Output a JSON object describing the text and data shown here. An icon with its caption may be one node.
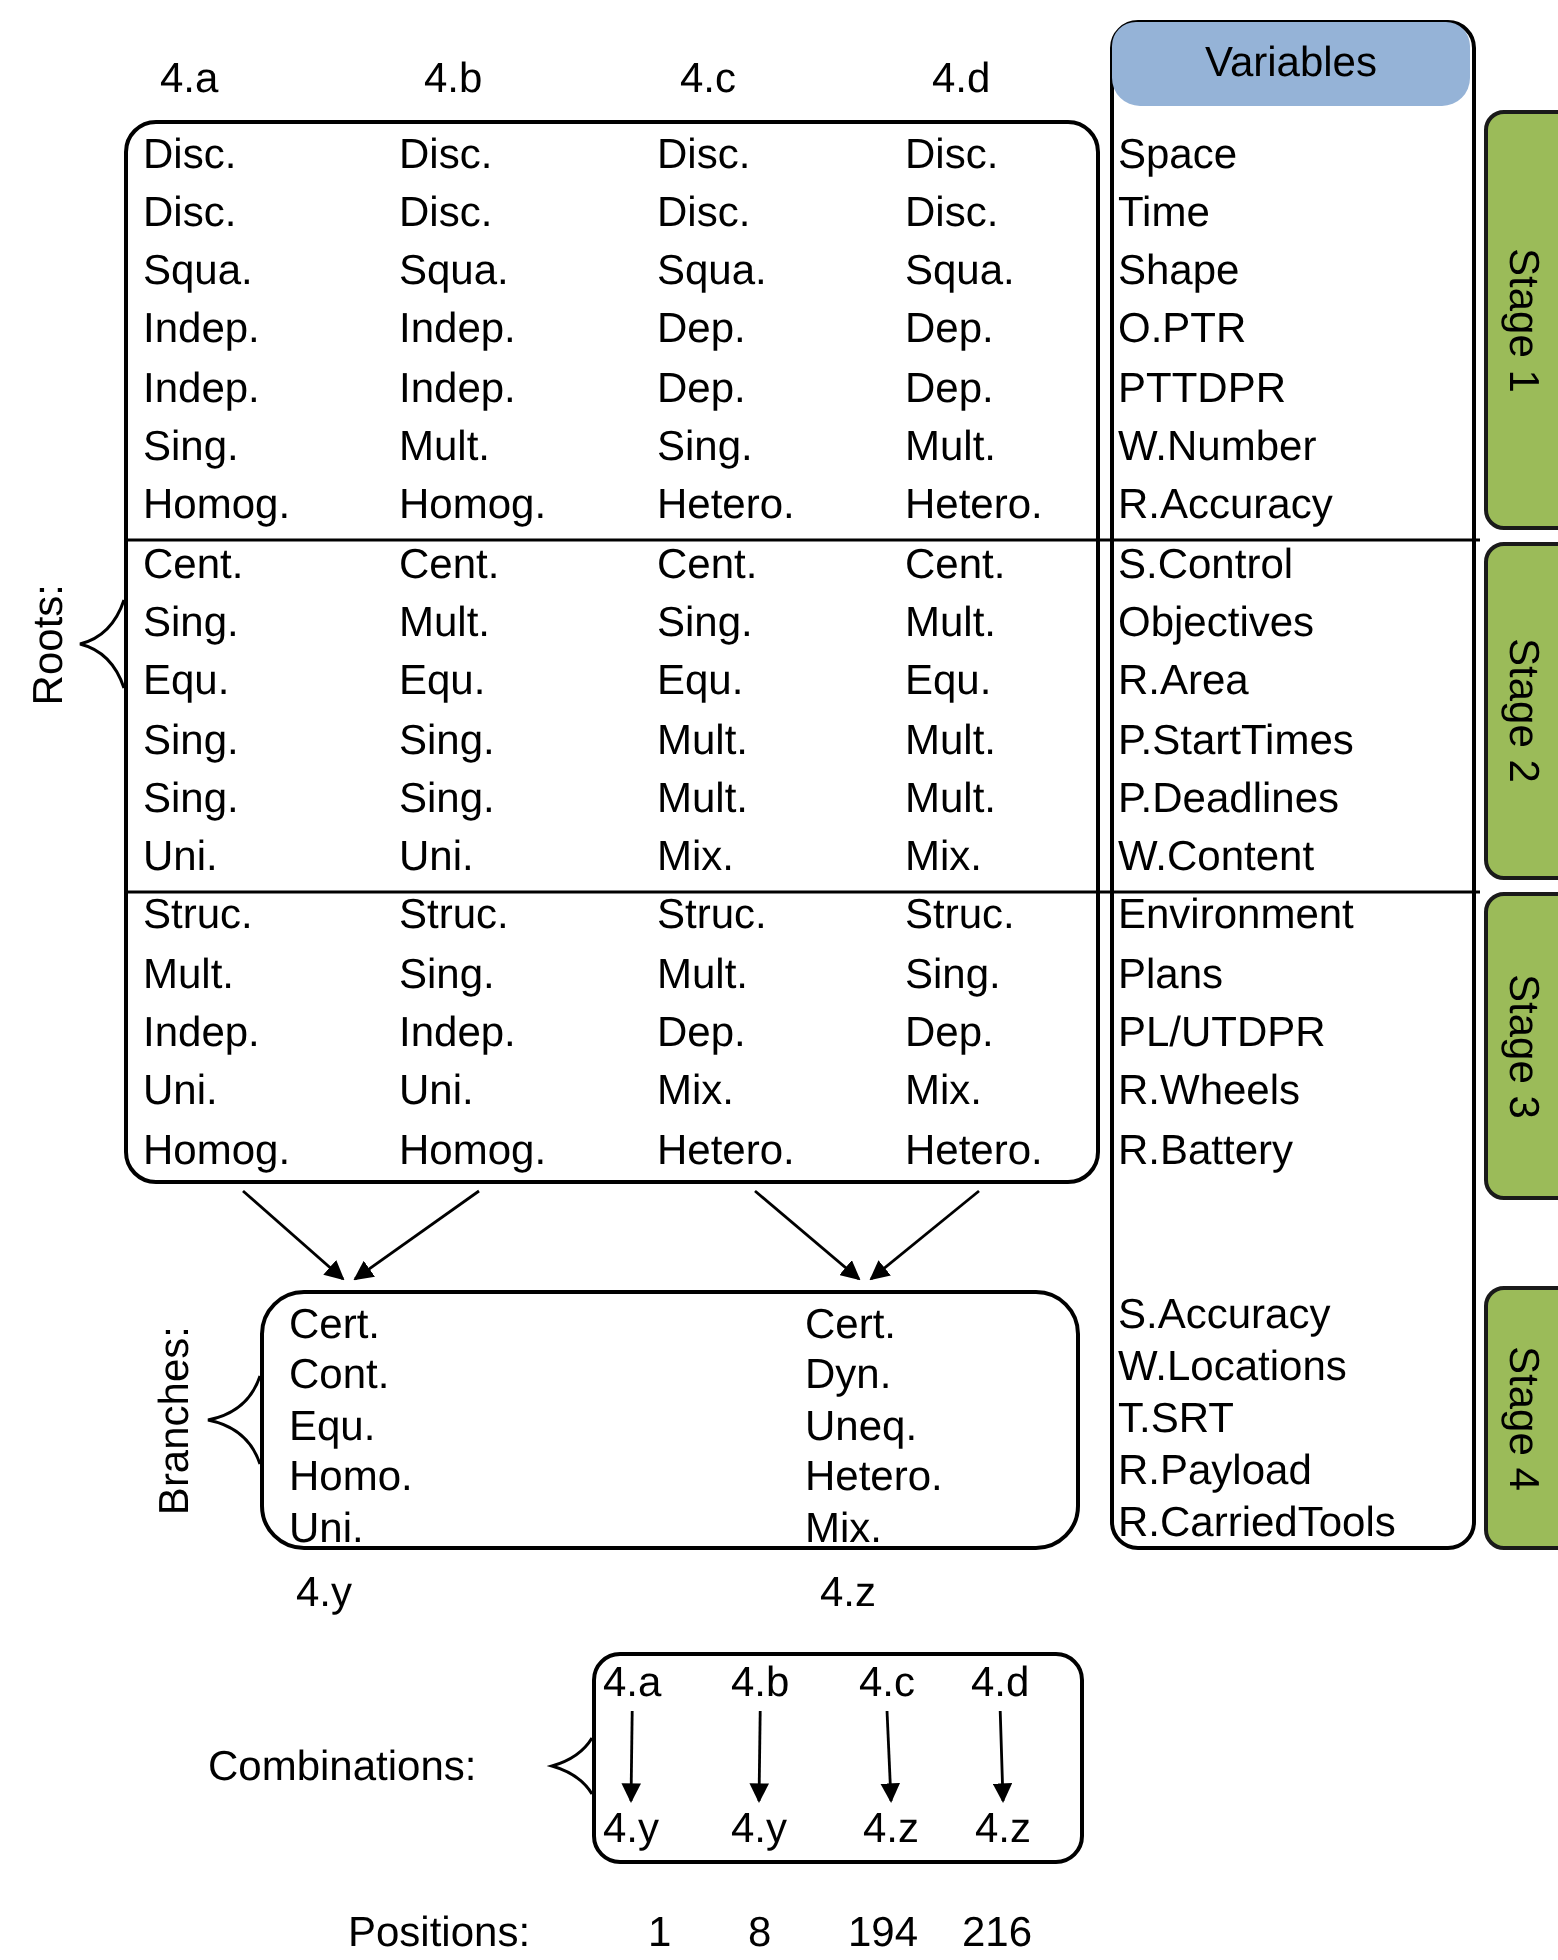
{
  "diagram": {
    "nodes": [
      {
        "text": [],
        "shape": "box"
      },
      {
        "text": [
          "Disc.",
          "Disc.",
          "Squa.",
          "Indep.",
          "Indep.",
          "Sing.",
          "Homog.",
          "Cent.",
          "Sing.",
          "Equ.",
          "Sing.",
          "Sing.",
          "Uni.",
          "Struc.",
          "Mult.",
          "Indep.",
          "Uni.",
          "Homog."
        ],
        "in": 0
      },
      {
        "text": [
          "Disc.",
          "Disc.",
          "Squa.",
          "Indep.",
          "Indep.",
          "Mult.",
          "Homog.",
          "Cent.",
          "Mult.",
          "Equ.",
          "Sing.",
          "Sing.",
          "Uni.",
          "Struc.",
          "Sing.",
          "Indep.",
          "Uni.",
          "Homog."
        ],
        "in": 0
      },
      {
        "text": [
          "Disc.",
          "Disc.",
          "Squa.",
          "Dep.",
          "Dep.",
          "Sing.",
          "Hetero.",
          "Cent.",
          "Sing.",
          "Equ.",
          "Mult.",
          "Mult.",
          "Mix.",
          "Struc.",
          "Mult.",
          "Dep.",
          "Mix.",
          "Hetero."
        ],
        "in": 0
      },
      {
        "text": [
          "Disc.",
          "Disc.",
          "Squa.",
          "Dep.",
          "Dep.",
          "Mult.",
          "Hetero.",
          "Cent.",
          "Mult.",
          "Equ.",
          "Mult.",
          "Mult.",
          "Mix.",
          "Struc.",
          "Sing.",
          "Dep.",
          "Mix.",
          "Hetero."
        ],
        "in": 0
      },
      {
        "text": [],
        "shape": "box"
      },
      {
        "text": [
          "Cert.",
          "Cont.",
          "Equ.",
          "Homo.",
          "Uni."
        ],
        "in": 5
      },
      {
        "text": [
          "Cert.",
          "Dyn.",
          "Uneq.",
          "Hetero.",
          "Mix."
        ],
        "in": 5
      },
      {
        "text": [
          "Variables",
          "Space",
          "Time",
          "Shape",
          "O.PTR",
          "PTTDPR",
          "W.Number",
          "R.Accuracy",
          "S.Control",
          "Objectives",
          "R.Area",
          "P.StartTimes",
          "P.Deadlines",
          "W.Content",
          "Environment",
          "Plans",
          "PL/UTDPR",
          "R.Wheels",
          "R.Battery",
          "S.Accuracy",
          "W.Locations",
          "T.SRT",
          "R.Payload",
          "R.CarriedTools"
        ]
      },
      {
        "text": [
          "Stage 1"
        ]
      },
      {
        "text": [
          "Stage 2"
        ]
      },
      {
        "text": [
          "Stage 3"
        ]
      },
      {
        "text": [
          "Stage 4"
        ]
      },
      {
        "text": [],
        "shape": "box"
      },
      {
        "text": [
          "4.a"
        ],
        "in": 13
      },
      {
        "text": [
          "4.b"
        ],
        "in": 13
      },
      {
        "text": [
          "4.c"
        ],
        "in": 13
      },
      {
        "text": [
          "4.d"
        ],
        "in": 13
      },
      {
        "text": [
          "4.y"
        ],
        "in": 13
      },
      {
        "text": [
          "4.y"
        ],
        "in": 13
      },
      {
        "text": [
          "4.z"
        ],
        "in": 13
      },
      {
        "text": [
          "4.z"
        ],
        "in": 13
      }
    ],
    "edges": [
      {
        "from": 1,
        "to": 6,
        "arrow": "to"
      },
      {
        "from": 2,
        "to": 6,
        "arrow": "to"
      },
      {
        "from": 3,
        "to": 7,
        "arrow": "to"
      },
      {
        "from": 4,
        "to": 7,
        "arrow": "to"
      },
      {
        "from": 14,
        "to": 18,
        "arrow": "to"
      },
      {
        "from": 15,
        "to": 19,
        "arrow": "to"
      },
      {
        "from": 16,
        "to": 20,
        "arrow": "to"
      },
      {
        "from": 17,
        "to": 21,
        "arrow": "to"
      }
    ],
    "labels": [
      "4.a",
      "4.b",
      "4.c",
      "4.d",
      "Roots:",
      "Branches:",
      "4.y",
      "4.z",
      "Combinations:",
      "Positions:",
      "1",
      "8",
      "194",
      "216"
    ]
  }
}
